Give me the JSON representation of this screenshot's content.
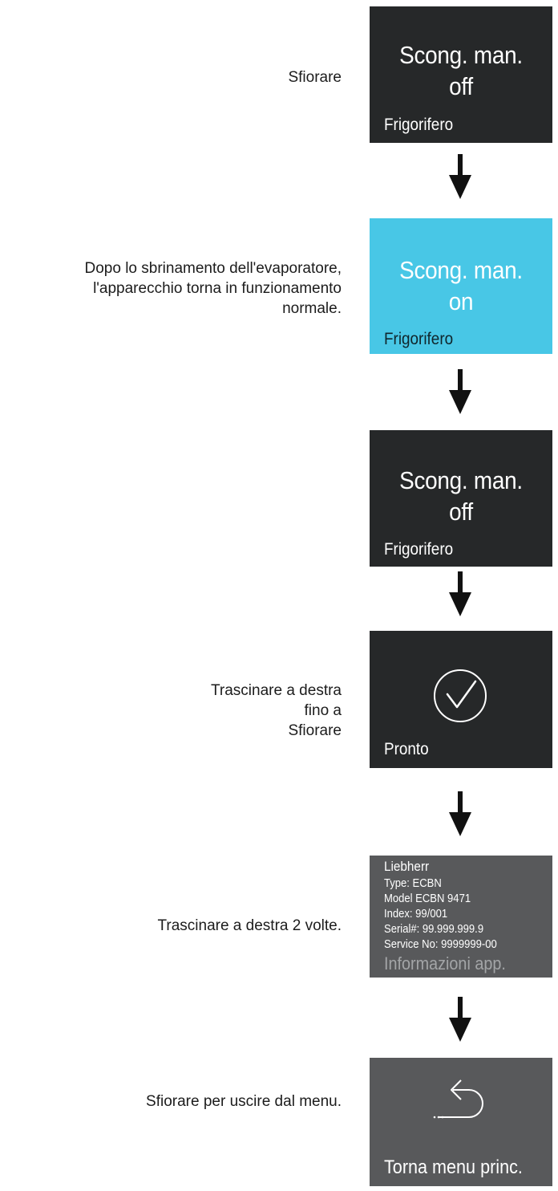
{
  "steps": [
    {
      "text_lines": [
        "Sfiorare"
      ]
    },
    {
      "text_lines": [
        "Dopo lo sbrinamento dell'evaporatore,",
        "l'apparecchio torna in funzionamento",
        "normale."
      ]
    },
    {
      "text_lines": [
        "Trascinare a destra",
        "fino a",
        "Sfiorare"
      ]
    },
    {
      "text_lines": [
        "Trascinare a destra 2 volte."
      ]
    },
    {
      "text_lines": [
        "Sfiorare per uscire dal menu."
      ]
    }
  ],
  "screens": {
    "defrost_off_1": {
      "line1": "Scong. man.",
      "line2": "off",
      "caption": "Frigorifero"
    },
    "defrost_on": {
      "line1": "Scong. man.",
      "line2": "on",
      "caption": "Frigorifero"
    },
    "defrost_off_2": {
      "line1": "Scong. man.",
      "line2": "off",
      "caption": "Frigorifero"
    },
    "ready": {
      "caption": "Pronto",
      "icon": "check-circle-icon"
    },
    "device_info": {
      "lines": [
        "Liebherr",
        "Type: ECBN",
        "Model ECBN 9471",
        "Index: 99/001",
        "Serial#: 99.999.999.9",
        "Service No: 9999999-00"
      ],
      "caption": "Informazioni app."
    },
    "back_main_menu": {
      "caption": "Torna menu princ.",
      "icon": "back-arrow-icon"
    }
  },
  "colors": {
    "screen_dark": "#262829",
    "screen_active": "#48c7e6",
    "screen_grey": "#58595b",
    "arrow": "#111111"
  }
}
